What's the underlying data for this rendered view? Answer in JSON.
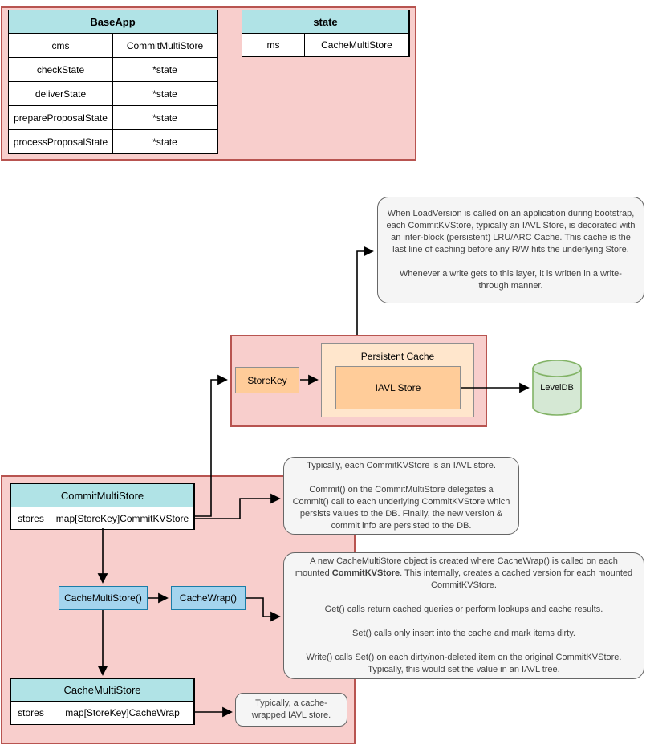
{
  "colors": {
    "pink_fill": "#f8cecc",
    "pink_border": "#b85450",
    "teal_fill": "#b0e3e6",
    "orange_fill": "#ffcc99",
    "orange_light": "#ffe6cc",
    "gray_border": "#8f8f8f",
    "blue_fill": "#a4d4ee",
    "blue_border": "#1a7da8",
    "green_fill": "#d5e8d4",
    "green_border": "#82b366",
    "bubble_fill": "#f5f5f5",
    "bubble_border": "#666666"
  },
  "baseapp_table": {
    "title": "BaseApp",
    "rows": [
      [
        "cms",
        "CommitMultiStore"
      ],
      [
        "checkState",
        "*state"
      ],
      [
        "deliverState",
        "*state"
      ],
      [
        "prepareProposalState",
        "*state"
      ],
      [
        "processProposalState",
        "*state"
      ]
    ]
  },
  "state_table": {
    "title": "state",
    "rows": [
      [
        "ms",
        "CacheMultiStore"
      ]
    ]
  },
  "commit_multi_store_table": {
    "title": "CommitMultiStore",
    "rows": [
      [
        "stores",
        "map[StoreKey]CommitKVStore"
      ]
    ]
  },
  "cache_multi_store_table": {
    "title": "CacheMultiStore",
    "rows": [
      [
        "stores",
        "map[StoreKey]CacheWrap"
      ]
    ]
  },
  "persistent_cache": {
    "title": "Persistent Cache",
    "store_key_label": "StoreKey",
    "iavl_label": "IAVL Store"
  },
  "leveldb": {
    "label": "LevelDB"
  },
  "flow_boxes": {
    "cache_multi_store_fn": "CacheMultiStore()",
    "cache_wrap_fn": "CacheWrap()"
  },
  "notes": {
    "load_version": "When LoadVersion is called on an application during bootstrap, each CommitKVStore, typically an IAVL Store, is decorated with an inter-block (persistent) LRU/ARC Cache. This cache is the last line of caching before any R/W hits the underlying Store.\n\nWhenever a write gets to this layer, it is written in a write-through manner.",
    "commit": "Typically, each CommitKVStore is an IAVL store.\n\nCommit() on the CommitMultiStore delegates a Commit() call to each underlying CommitKVStore which persists values to the DB. Finally, the new version & commit info are persisted to the DB.",
    "cache_wrap": {
      "p1a": "A new CacheMultiStore object is created where CacheWrap() is called on each mounted ",
      "p1b": "CommitKVStore",
      "p1c": ". This internally, creates a cached version for each mounted CommitKVStore.",
      "p2": "Get() calls return cached queries or perform lookups and cache results.",
      "p3": "Set() calls only insert into the cache and mark items dirty.",
      "p4": "Write() calls Set() on each dirty/non-deleted item on the original CommitKVStore. Typically, this would set the value in an IAVL tree."
    },
    "cache_wrapped": "Typically, a cache-\nwrapped IAVL store."
  }
}
